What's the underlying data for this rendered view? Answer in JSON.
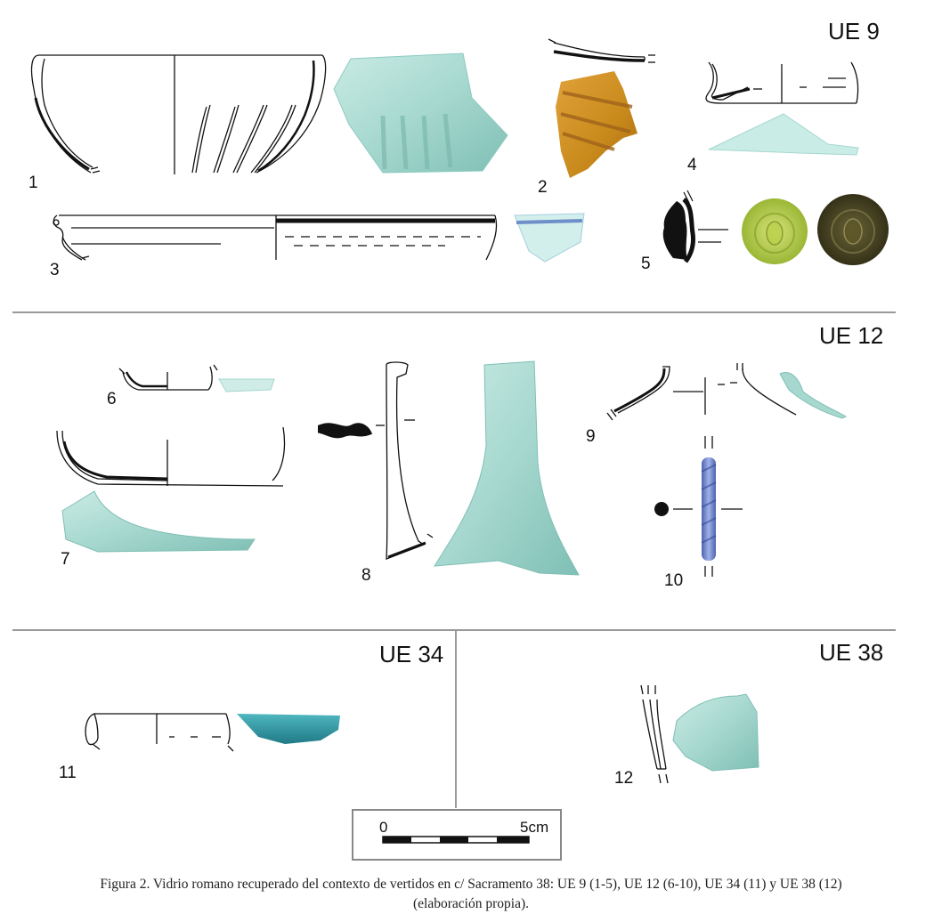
{
  "sections": {
    "ue9": "UE 9",
    "ue12": "UE 12",
    "ue34": "UE 34",
    "ue38": "UE 38"
  },
  "item_numbers": [
    "1",
    "2",
    "3",
    "4",
    "5",
    "6",
    "7",
    "8",
    "9",
    "10",
    "11",
    "12"
  ],
  "scale": {
    "start": "0",
    "end": "5cm"
  },
  "caption": {
    "line1": "Figura 2. Vidrio romano recuperado del contexto de vertidos en c/ Sacramento 38: UE 9 (1-5), UE 12 (6-10), UE 34 (11) y UE 38 (12)",
    "line2": "(elaboración propia)."
  },
  "colors": {
    "aqua_glass": "#a9d6cf",
    "amber_glass": "#c98a1c",
    "green_glass": "#a9c640",
    "dark_glass": "#3d3a1f",
    "blue_glass": "#6f86c9",
    "teal_glass": "#3a9aa6",
    "divider": "#999999"
  }
}
